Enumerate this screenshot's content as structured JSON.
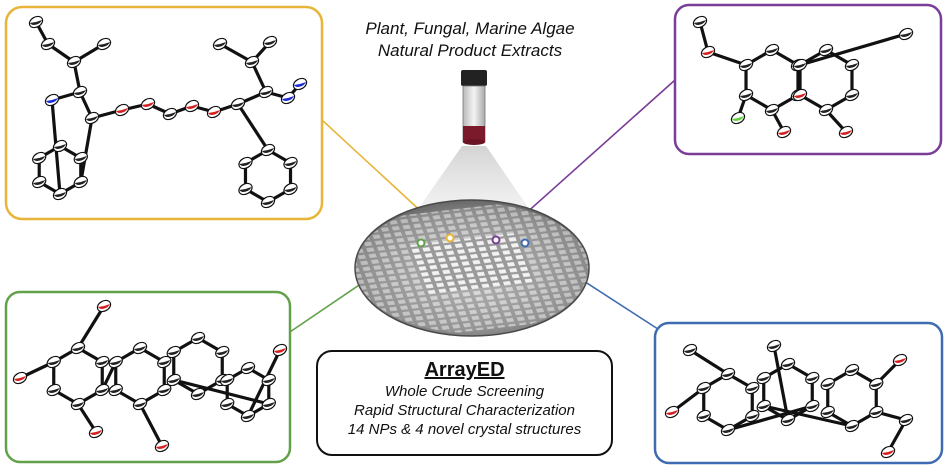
{
  "title_lines": [
    "Plant, Fungal, Marine Algae",
    "Natural Product Extracts"
  ],
  "summary": {
    "heading": "ArrayED",
    "lines": [
      "Whole Crude Screening",
      "Rapid Structural Characterization",
      "14 NPs & 4 novel crystal structures"
    ]
  },
  "panel_colors": {
    "top_left": "#e8b53a",
    "top_right": "#7a3d98",
    "bottom_left": "#62a14a",
    "bottom_right": "#3f6cb0"
  },
  "atom_colors": {
    "carbon": "#222222",
    "oxygen": "#d62020",
    "nitrogen": "#1a2ad8",
    "chlorine": "#5fd03a"
  }
}
